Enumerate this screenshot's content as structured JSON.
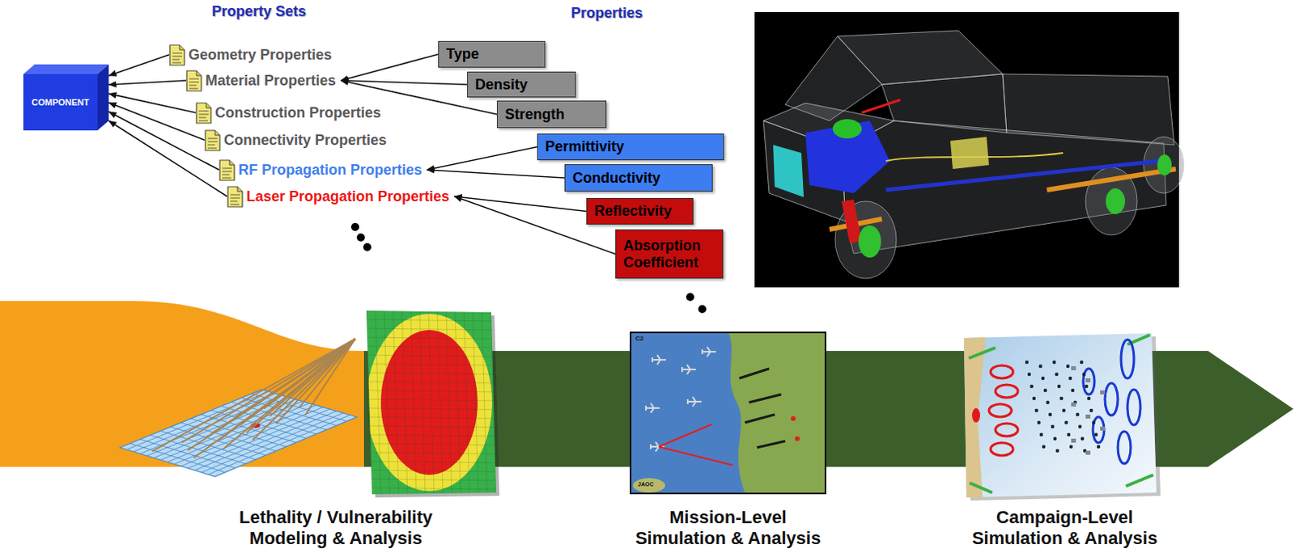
{
  "diagram": {
    "nodes": [
      {
        "text": [
          "COMPONENT"
        ]
      },
      {
        "text": [
          "Geometry Properties"
        ]
      },
      {
        "text": [
          "Material Properties"
        ]
      },
      {
        "text": [
          "Construction Properties"
        ]
      },
      {
        "text": [
          "Connectivity Properties"
        ]
      },
      {
        "text": [
          "RF Propagation Properties"
        ]
      },
      {
        "text": [
          "Laser Propagation Properties"
        ]
      },
      {
        "text": [
          "Type"
        ]
      },
      {
        "text": [
          "Density"
        ]
      },
      {
        "text": [
          "Strength"
        ]
      },
      {
        "text": [
          "Permittivity"
        ]
      },
      {
        "text": [
          "Conductivity"
        ]
      },
      {
        "text": [
          "Reflectivity"
        ]
      },
      {
        "text": [
          "Absorption Coefficient"
        ]
      }
    ],
    "edges": [
      {
        "from": 1,
        "to": 0,
        "arrow": "to"
      },
      {
        "from": 2,
        "to": 0,
        "arrow": "to"
      },
      {
        "from": 3,
        "to": 0,
        "arrow": "to"
      },
      {
        "from": 4,
        "to": 0,
        "arrow": "to"
      },
      {
        "from": 5,
        "to": 0,
        "arrow": "to"
      },
      {
        "from": 6,
        "to": 0,
        "arrow": "to"
      },
      {
        "from": 7,
        "to": 2,
        "arrow": "to"
      },
      {
        "from": 8,
        "to": 2,
        "arrow": "to"
      },
      {
        "from": 9,
        "to": 2,
        "arrow": "to"
      },
      {
        "from": 10,
        "to": 5,
        "arrow": "to"
      },
      {
        "from": 11,
        "to": 5,
        "arrow": "to"
      },
      {
        "from": 12,
        "to": 6,
        "arrow": "to"
      },
      {
        "from": 13,
        "to": 6,
        "arrow": "to"
      }
    ],
    "labels": [
      "Property Sets",
      "Properties",
      "Lethality / Vulnerability Modeling & Analysis",
      "Mission-Level Simulation & Analysis",
      "Campaign-Level Simulation & Analysis",
      "C2",
      "JAOC"
    ]
  }
}
